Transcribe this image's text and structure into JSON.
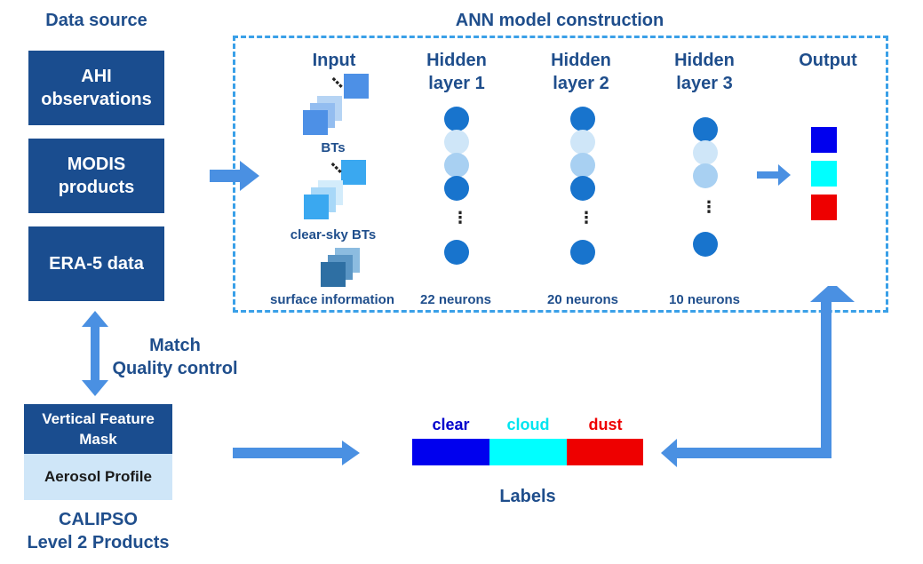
{
  "data_source": {
    "title": "Data source",
    "boxes": [
      "AHI\nobservations",
      "MODIS\nproducts",
      "ERA-5 data"
    ]
  },
  "match_label": "Match\nQuality control",
  "calipso": {
    "vfm": "Vertical Feature\nMask",
    "aerosol": "Aerosol Profile",
    "caption": "CALIPSO\nLevel 2 Products"
  },
  "ann": {
    "title": "ANN model construction",
    "input_title": "Input",
    "input_labels": [
      "BTs",
      "clear-sky BTs",
      "surface information"
    ],
    "layers": [
      {
        "title": "Hidden\nlayer 1",
        "neurons": "22 neurons"
      },
      {
        "title": "Hidden\nlayer 2",
        "neurons": "20 neurons"
      },
      {
        "title": "Hidden\nlayer 3",
        "neurons": "10 neurons"
      }
    ],
    "output_title": "Output",
    "output_colors": [
      "#0000ee",
      "#00ffff",
      "#ee0000"
    ]
  },
  "labels": {
    "caption": "Labels",
    "classes": [
      {
        "name": "clear",
        "color": "#0000ee",
        "text_color": "#0000cc"
      },
      {
        "name": "cloud",
        "color": "#00ffff",
        "text_color": "#00e5f0"
      },
      {
        "name": "dust",
        "color": "#ee0000",
        "text_color": "#ee0000"
      }
    ]
  },
  "colors": {
    "accent_blue": "#1a4d8f",
    "dashed_border": "#3aa0e8",
    "arrow": "#4a90e2"
  }
}
